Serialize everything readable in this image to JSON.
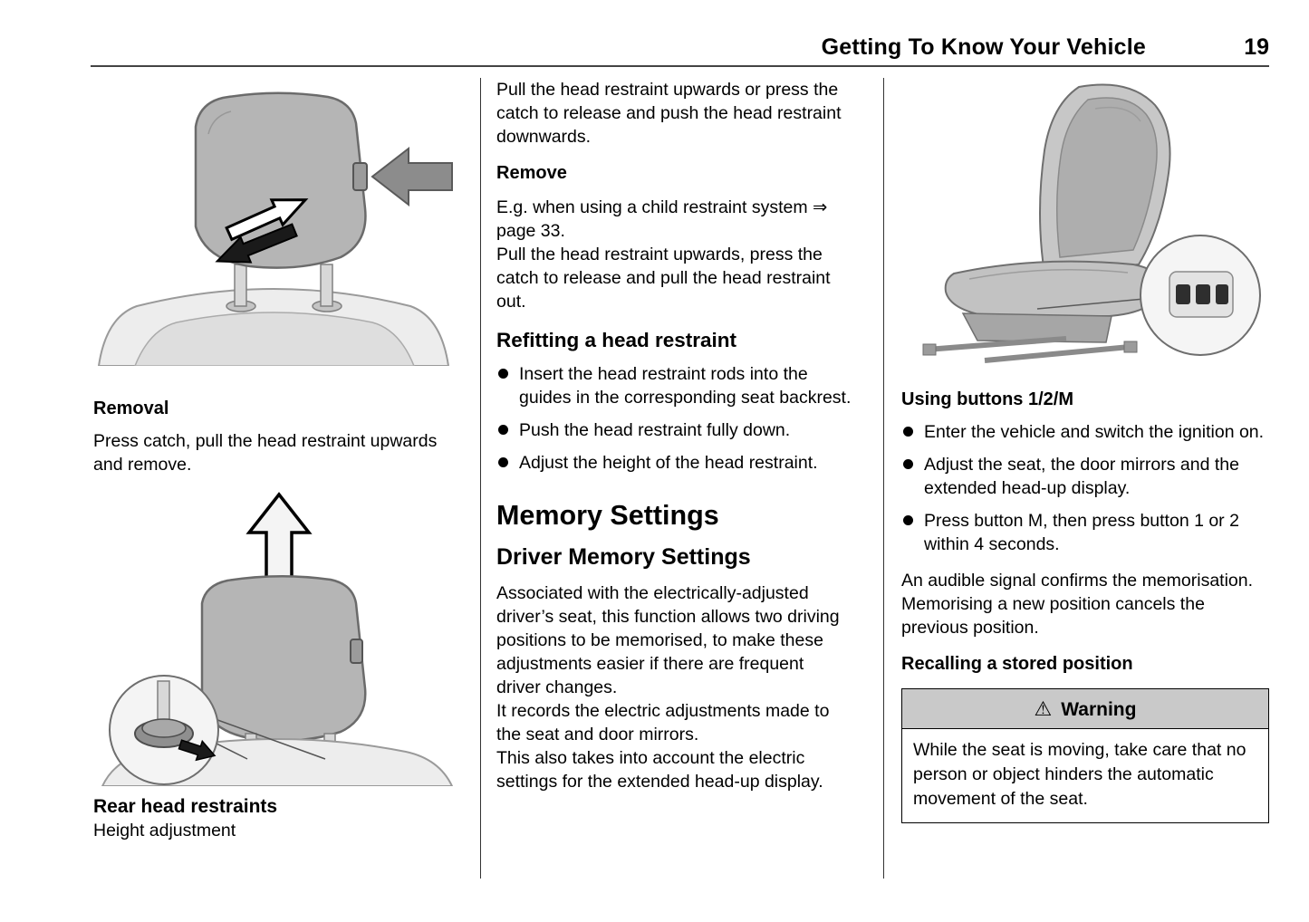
{
  "header": {
    "title": "Getting To Know Your Vehicle",
    "page_number": "19"
  },
  "left_column": {
    "figure1_caption": "Removal",
    "para1": "Press catch, pull the head restraint upwards and remove.",
    "figure2_caption": "Rear head restraints",
    "figure2_subcaption": "Height adjustment"
  },
  "middle_column": {
    "para_adjust": "Pull the head restraint upwards or press the catch to release and push the head restraint downwards.",
    "heading_remove": "Remove",
    "para_remove_1": "E.g. when using a child restraint system ⇒ page 33.",
    "para_remove_2": "Pull the head restraint upwards, press the catch to release and pull the head restraint out.",
    "heading_refitting": "Refitting a head restraint",
    "bullets": [
      "Insert the head restraint rods into the guides in the corresponding seat backrest.",
      "Push the head restraint fully down.",
      "Adjust the height of the head restraint."
    ],
    "heading_memory": "Memory Settings",
    "heading_driver_memory": "Driver Memory Settings",
    "para_memory_1": "Associated with the electrically-adjusted driver’s seat, this function allows two driving positions to be memorised, to make these adjustments easier if there are frequent driver changes.",
    "para_memory_2": "It records the electric adjustments made to the seat and door mirrors.",
    "para_memory_3": "This also takes into account the electric settings for the extended head-up display."
  },
  "right_column": {
    "heading_using_buttons": "Using buttons 1/2/M",
    "bullets": [
      "Enter the vehicle and switch the ignition on.",
      "Adjust the seat, the door mirrors and the extended head-up display.",
      "Press button M, then press button 1 or 2 within 4 seconds."
    ],
    "para_signal": "An audible signal confirms the memorisation. Memorising a new position cancels the previous position.",
    "heading_recalling": "Recalling a stored position",
    "warning": {
      "icon": "⚠",
      "title": "Warning",
      "body": "While the seat is moving, take care that no person or object hinders the automatic movement of the seat."
    }
  }
}
